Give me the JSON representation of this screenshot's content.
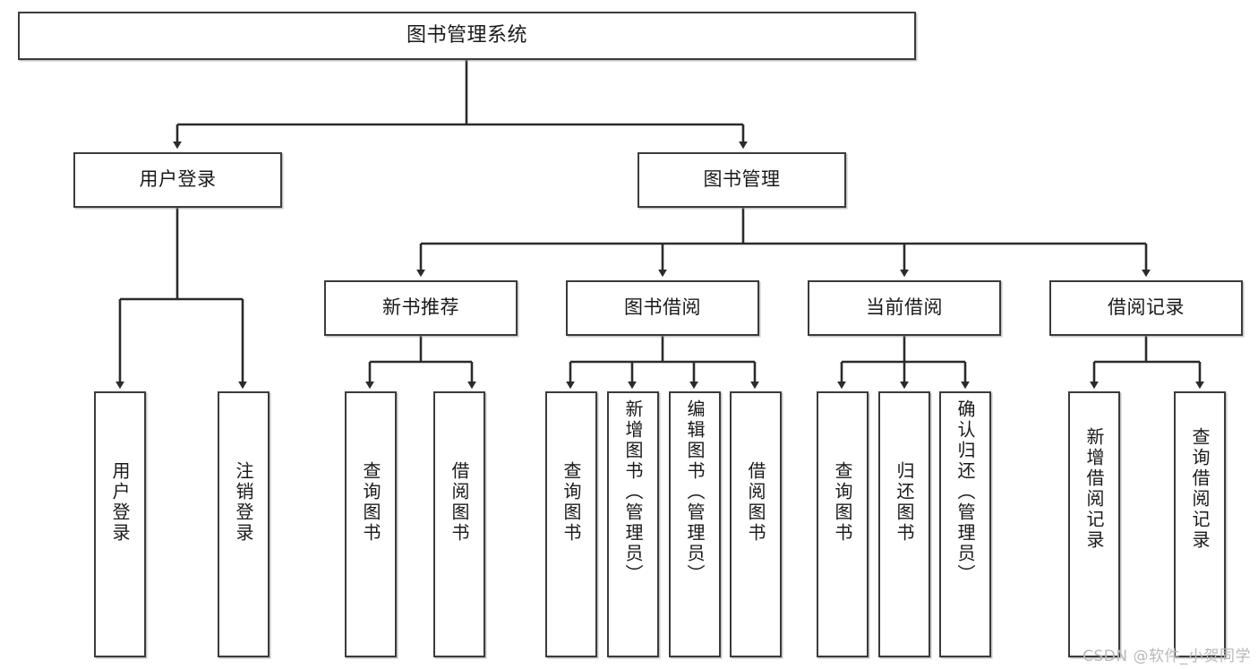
{
  "diagram": {
    "title_label": "图书管理系统",
    "type": "hierarchy-tree",
    "colors": {
      "box_border": "#3b3b3b",
      "box_fill": "#ffffff",
      "connector": "#2b2b2b",
      "text": "#1a1a1a",
      "watermark": "#b9b9b9"
    },
    "level2": {
      "user_login": "用户登录",
      "book_manage": "图书管理"
    },
    "level3": {
      "new_book_recommend": "新书推荐",
      "book_borrow": "图书借阅",
      "current_borrow": "当前借阅",
      "borrow_record": "借阅记录"
    },
    "leaves": {
      "user_login_1": "用户登录",
      "user_login_2": "注销登录",
      "recommend_1": "查询图书",
      "recommend_2": "借阅图书",
      "borrow_1": "查询图书",
      "borrow_2": "新增图书（管理员）",
      "borrow_3": "编辑图书（管理员）",
      "borrow_4": "借阅图书",
      "current_1": "查询图书",
      "current_2": "归还图书",
      "current_3": "确认归还（管理员）",
      "record_1": "新增借阅记录",
      "record_2": "查询借阅记录"
    }
  },
  "watermark": {
    "text": "CSDN @软件_小贺同学"
  }
}
